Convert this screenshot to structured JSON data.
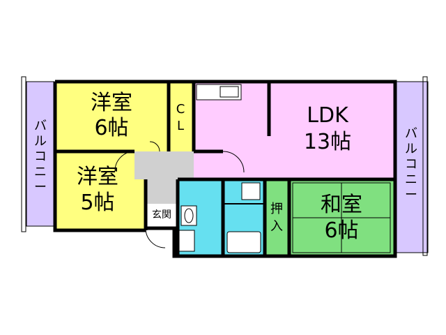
{
  "rooms": {
    "western_room_1": {
      "name": "洋室",
      "size": "6帖"
    },
    "western_room_2": {
      "name": "洋室",
      "size": "5帖"
    },
    "ldk": {
      "name": "LDK",
      "size": "13帖"
    },
    "japanese_room": {
      "name": "和室",
      "size": "6帖"
    },
    "closet": {
      "label_1": "C",
      "label_2": "L"
    },
    "entrance": {
      "name": "玄関"
    },
    "oshiire": {
      "label_1": "押",
      "label_2": "入"
    }
  },
  "balconies": {
    "left": {
      "c1": "バ",
      "c2": "ル",
      "c3": "コ",
      "c4": "ニ",
      "c5": "ー"
    },
    "right": {
      "c1": "バ",
      "c2": "ル",
      "c3": "コ",
      "c4": "ニ",
      "c5": "ー"
    }
  },
  "colors": {
    "western": "#ffff80",
    "ldk": "#ffccff",
    "japanese": "#80e080",
    "balcony": "#d8c8ff",
    "wet_area": "#66e0f0",
    "hall": "#d0d0d0",
    "wall": "#000000"
  }
}
